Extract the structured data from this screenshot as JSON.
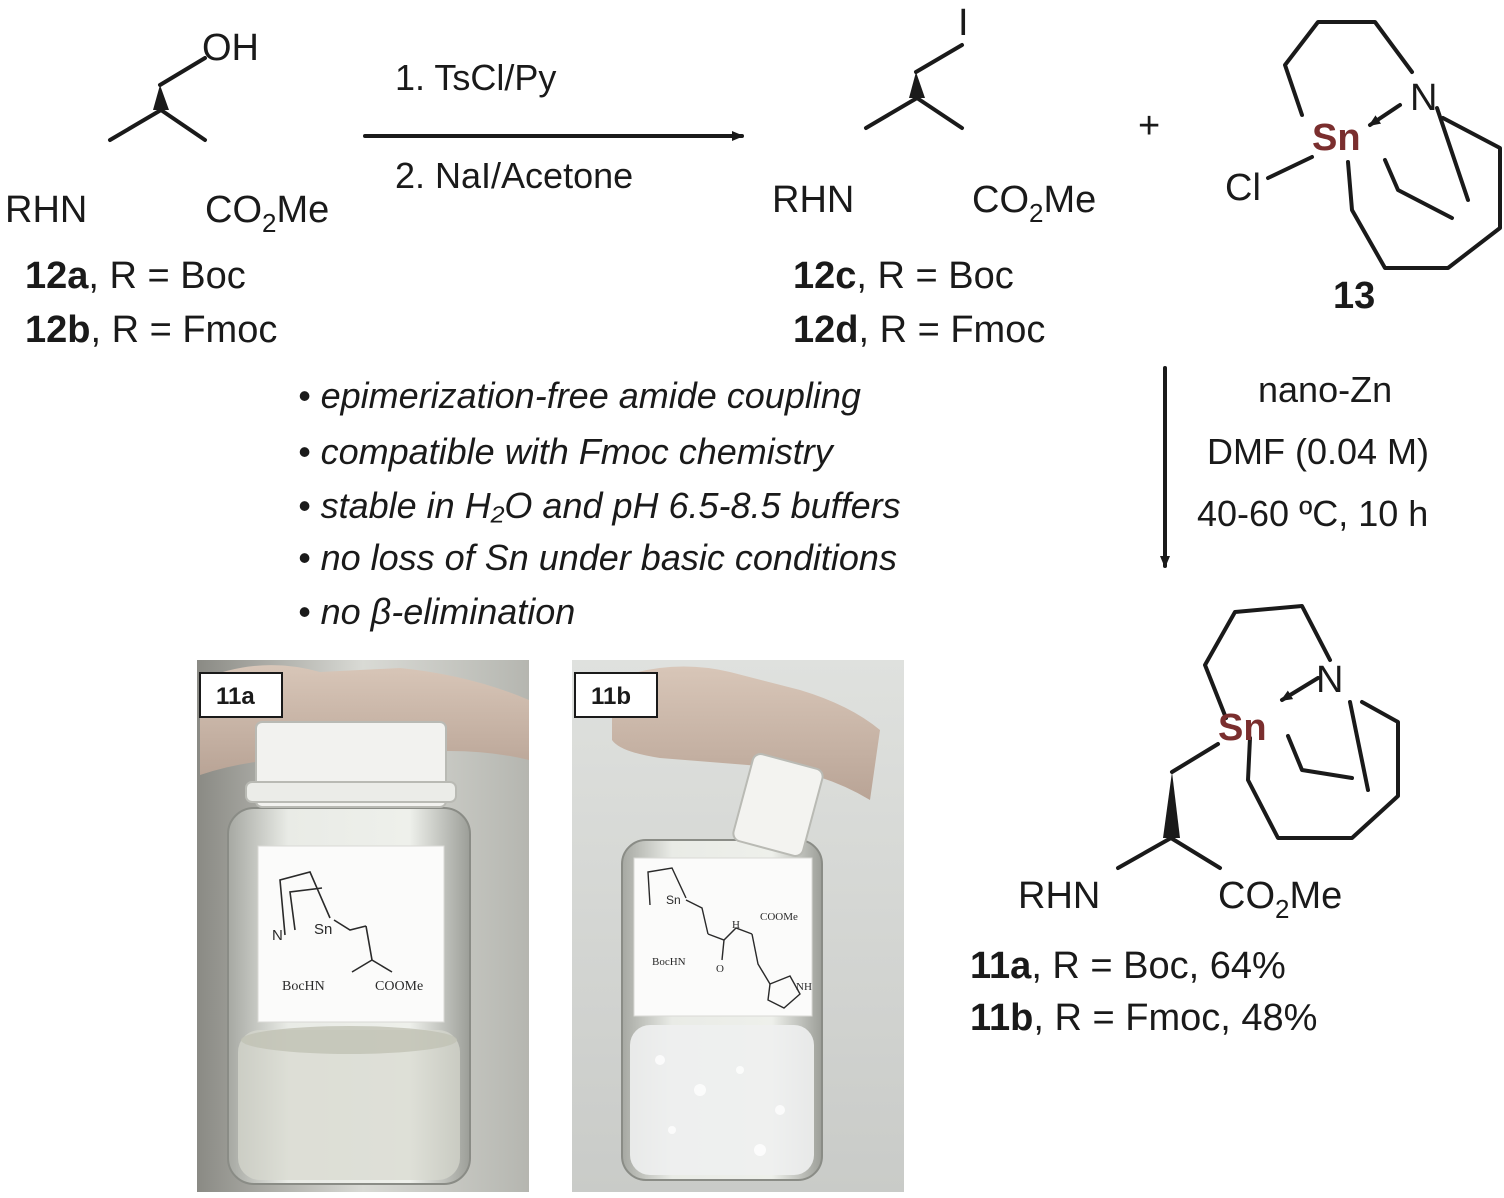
{
  "compounds": {
    "serine": {
      "oh": "OH",
      "rhn": "RHN",
      "co2me_prefix": "CO",
      "co2me_sub": "2",
      "co2me_suffix": "Me",
      "id_a": "12a",
      "desc_a": ", R = Boc",
      "id_b": "12b",
      "desc_b": ", R = Fmoc"
    },
    "iodide": {
      "iodo": "I",
      "rhn": "RHN",
      "co2me_prefix": "CO",
      "co2me_sub": "2",
      "co2me_suffix": "Me",
      "id_c": "12c",
      "desc_c": ", R = Boc",
      "id_d": "12d",
      "desc_d": ", R = Fmoc"
    },
    "stannatrane": {
      "plus": "+",
      "n": "N",
      "sn": "Sn",
      "cl": "Cl",
      "id": "13"
    },
    "product": {
      "n": "N",
      "sn": "Sn",
      "rhn": "RHN",
      "co2me_prefix": "CO",
      "co2me_sub": "2",
      "co2me_suffix": "Me",
      "id_a": "11a",
      "desc_a": ", R = Boc, 64%",
      "id_b": "11b",
      "desc_b": ", R = Fmoc, 48%"
    }
  },
  "reactions": {
    "step1_line1": "1. TsCl/Py",
    "step1_line2": "2. NaI/Acetone",
    "step2_line1": "nano-Zn",
    "step2_line2": "DMF (0.04 M)",
    "step2_line3": "40-60 ºC, 10 h"
  },
  "features": [
    "• epimerization-free amide coupling",
    "• compatible with Fmoc chemistry",
    "• stable in H₂O and pH 6.5-8.5 buffers",
    "• no loss of Sn under basic conditions",
    "• no β-elimination"
  ],
  "photos": {
    "vial_a": {
      "label": "11a",
      "label_n": "N",
      "label_sn": "Sn",
      "label_boc": "BocHN",
      "label_ester": "COOMe"
    },
    "vial_b": {
      "label": "11b",
      "label_sn": "Sn",
      "label_boc": "BocHN",
      "label_ester": "COOMe",
      "label_o": "O",
      "label_h": "H",
      "label_nh": "NH"
    }
  }
}
